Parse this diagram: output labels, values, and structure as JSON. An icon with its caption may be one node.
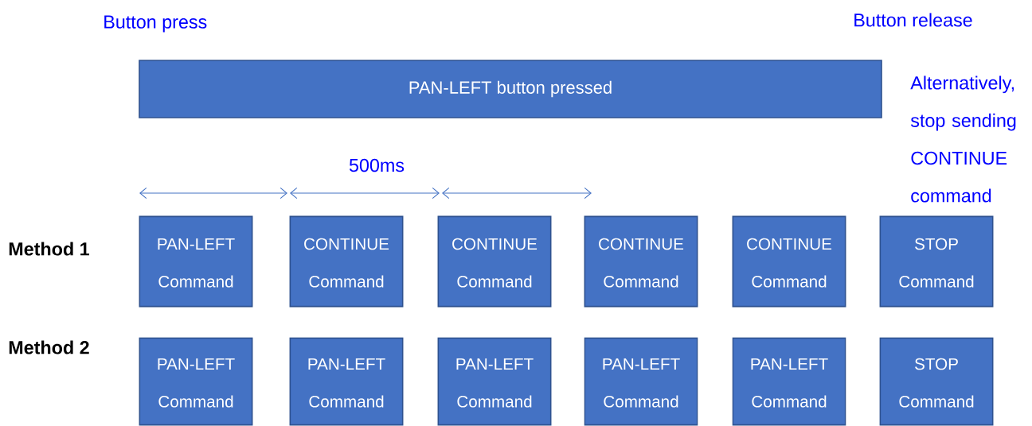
{
  "diagram": {
    "nodes": [
      {
        "text": [
          "PAN-LEFT button pressed"
        ]
      },
      {
        "text": [
          "PAN-LEFT",
          "Command"
        ]
      },
      {
        "text": [
          "CONTINUE",
          "Command"
        ]
      },
      {
        "text": [
          "CONTINUE",
          "Command"
        ]
      },
      {
        "text": [
          "CONTINUE",
          "Command"
        ]
      },
      {
        "text": [
          "CONTINUE",
          "Command"
        ]
      },
      {
        "text": [
          "STOP",
          "Command"
        ]
      },
      {
        "text": [
          "PAN-LEFT",
          "Command"
        ]
      },
      {
        "text": [
          "PAN-LEFT",
          "Command"
        ]
      },
      {
        "text": [
          "PAN-LEFT",
          "Command"
        ]
      },
      {
        "text": [
          "PAN-LEFT",
          "Command"
        ]
      },
      {
        "text": [
          "PAN-LEFT",
          "Command"
        ]
      },
      {
        "text": [
          "STOP",
          "Command"
        ]
      }
    ],
    "labels": [
      "Button press",
      "Button release",
      "Alternatively, stop sending CONTINUE command",
      "500ms",
      "Method 1",
      "Method 2"
    ]
  }
}
